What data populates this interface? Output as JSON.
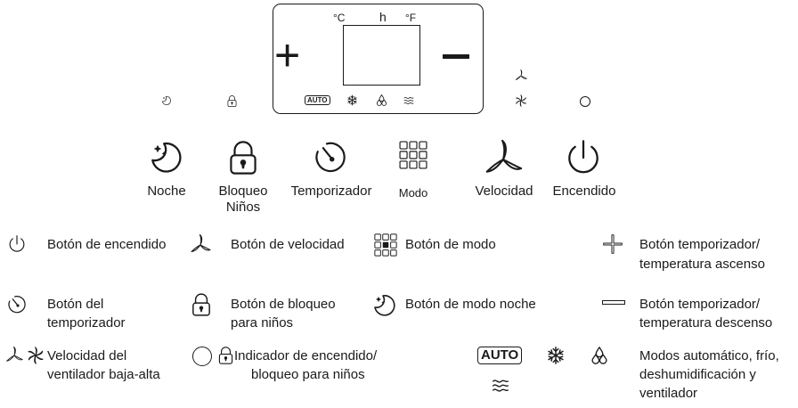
{
  "display": {
    "units": {
      "celsius": "°C",
      "hours": "h",
      "fahrenheit": "°F"
    },
    "plus_symbol": "+",
    "mode_auto": "AUTO"
  },
  "buttons": [
    {
      "label_line1": "Noche",
      "icon": "night-mode-icon"
    },
    {
      "label_line1": "Bloqueo",
      "label_line2": "Niños",
      "icon": "lock-icon"
    },
    {
      "label_line1": "Temporizador",
      "icon": "timer-icon"
    },
    {
      "label_line1": "Modo",
      "icon": "mode-grid-icon"
    },
    {
      "label_line1": "Velocidad",
      "icon": "fan-icon"
    },
    {
      "label_line1": "Encendido",
      "icon": "power-icon"
    }
  ],
  "legend": {
    "power": "Botón de encendido",
    "speed": "Botón de velocidad",
    "mode": "Botón de modo",
    "temp_up_1": "Botón temporizador/",
    "temp_up_2": "temperatura ascenso",
    "timer_1": "Botón del",
    "timer_2": "temporizador",
    "lock_1": "Botón de bloqueo",
    "lock_2": "para niños",
    "night": "Botón de modo noche",
    "temp_down_1": "Botón temporizador/",
    "temp_down_2": "temperatura descenso",
    "fanspeed_1": "Velocidad del",
    "fanspeed_2": "ventilador baja-alta",
    "indicator_1": "Indicador de encendido/",
    "indicator_2": "bloqueo para niños",
    "auto": "AUTO",
    "modes_1": "Modos automático, frío,",
    "modes_2": "deshumidificación y",
    "modes_3": "ventilador"
  }
}
